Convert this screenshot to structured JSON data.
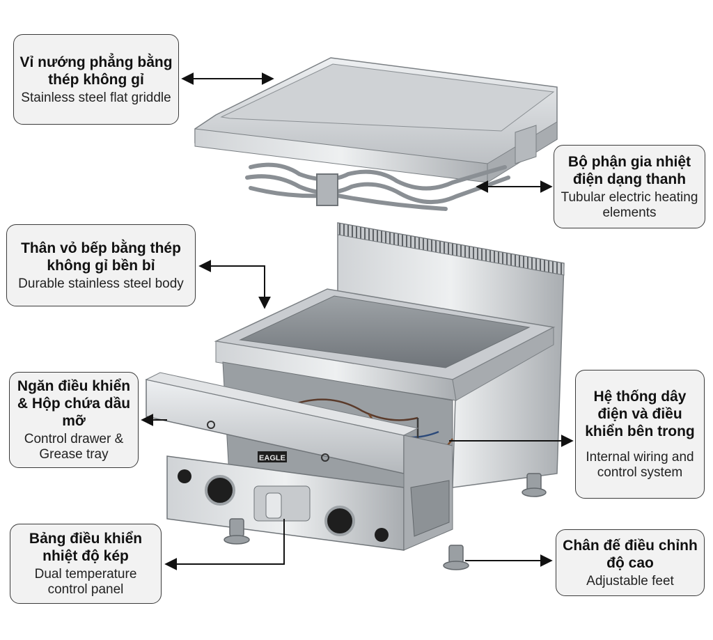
{
  "brand_plate": "EAGLE",
  "callouts": {
    "griddle": {
      "vi": "Vỉ nướng phẳng bằng thép không gỉ",
      "en": "Stainless steel flat griddle"
    },
    "heating": {
      "vi": "Bộ phận gia nhiệt điện dạng thanh",
      "en": "Tubular electric heating elements"
    },
    "body": {
      "vi": "Thân vỏ bếp bằng thép không gỉ bền bỉ",
      "en": "Durable stainless steel body"
    },
    "drawer": {
      "vi": "Ngăn điều khiển & Hộp chứa dầu mỡ",
      "en": "Control drawer & Grease tray"
    },
    "wiring": {
      "vi": "Hệ thống dây điện và điều khiển bên trong",
      "en": "Internal wiring and control system"
    },
    "panel": {
      "vi": "Bảng điều khiển nhiệt độ kép",
      "en": "Dual temperature control panel"
    },
    "feet": {
      "vi": "Chân đế điều chỉnh độ cao",
      "en": "Adjustable feet"
    }
  },
  "colors": {
    "steel_light": "#e4e6e8",
    "steel_mid": "#b9bdc1",
    "steel_dark": "#7d8286",
    "outline": "#3a3a3a",
    "callout_bg": "#f2f2f2",
    "knob": "#1e1e1e"
  }
}
